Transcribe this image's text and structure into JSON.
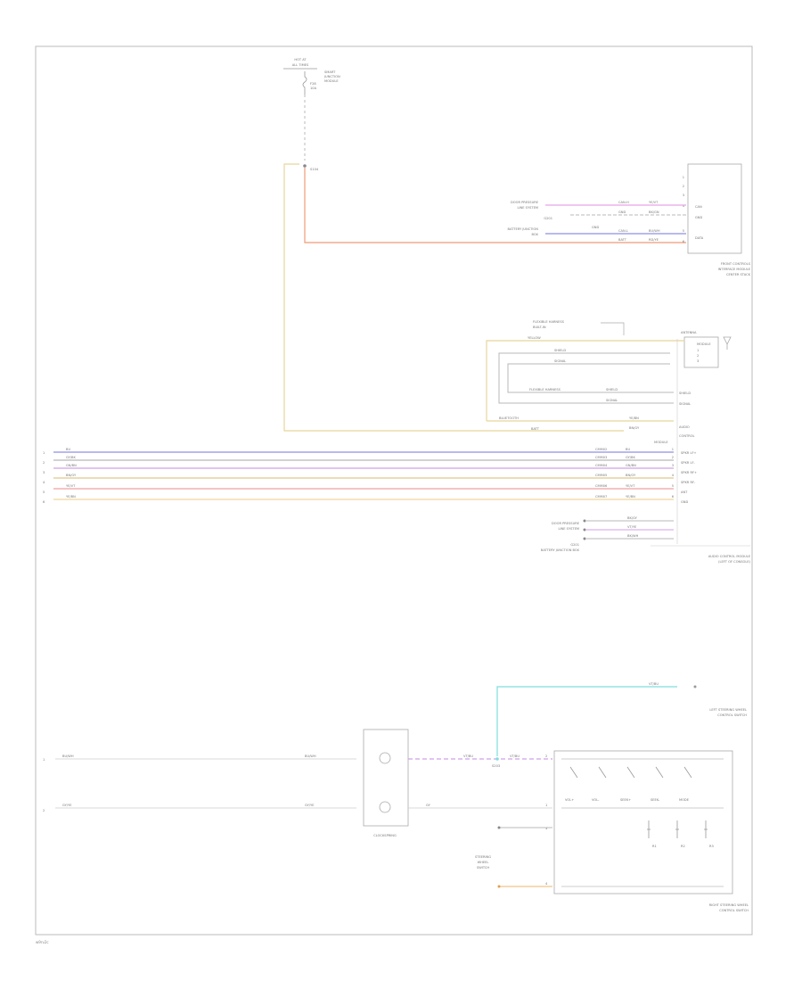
{
  "diagram": {
    "footer_code": "w9rv2c",
    "wire_colors": {
      "pink": "#e7a4e6",
      "blue": "#8f8fe6",
      "orange": "#ef9977",
      "yellow": "#e7d59b",
      "violet": "#cfa0e8",
      "tan": "#e2c88b",
      "red": "#f0a0a0",
      "gold": "#f2d59a",
      "cyan": "#7fdede",
      "gray": "#b8b8b8"
    },
    "top_fuse": {
      "label_1": "HOT AT",
      "label_2": "ALL TIMES",
      "side_1": "SMART",
      "side_2": "JUNCTION",
      "side_3": "MODULE",
      "fuse": "F28",
      "amp": "10A"
    },
    "splice_top": "S104",
    "rear_module": {
      "pins": [
        "1",
        "2",
        "3",
        "4",
        "5",
        "6"
      ],
      "inner_1": "CAN",
      "inner_2": "GND",
      "inner_3": "DATA",
      "lines": [
        "FRONT CONTROLS",
        "INTERFACE MODULE",
        "CENTER STACK"
      ],
      "wire_1": "CAN-H",
      "wire_2": "GND",
      "wire_3": "CAN-L",
      "wire_4": "BATT",
      "color_1": "YE/VT",
      "color_2": "BK/GN",
      "color_3": "BU/WH",
      "color_4": "RD/YE",
      "src_1": "DOOR PRESSURE",
      "src_2": "LINE SYSTEM",
      "src_3": "G201",
      "src_4": "BATTERY JUNCTION",
      "src_5": "BOX",
      "ground": "GND"
    },
    "antenna": {
      "label_1": "ANTENNA",
      "label_2": "MODULE",
      "note_1": "FLEXIBLE HARNESS",
      "note_2": "BUILT-IN",
      "color_1": "YELLOW",
      "wire_1": "SHIELD",
      "wire_2": "SIGNAL",
      "pin_1": "1",
      "pin_2": "2",
      "pin_3": "3",
      "pin_4": "4"
    },
    "radio": {
      "title_1": "AUDIO",
      "title_2": "CONTROL",
      "title_3": "MODULE",
      "pin_labels": [
        "SPKR LF+",
        "SPKR LF-",
        "SPKR RF+",
        "SPKR RF-",
        "ANT",
        "GND"
      ],
      "left_colors": [
        "BU",
        "GY/BK",
        "GN/BN",
        "BN/GY",
        "YE/VT",
        "YE/BN"
      ],
      "right_colors": [
        "BU",
        "GY/BK",
        "GN/BN",
        "BN/GY",
        "YE/VT",
        "YE/BN"
      ],
      "circuits": [
        "CMM02",
        "CMM03",
        "CMM04",
        "CMM05",
        "CMM06",
        "CMM07"
      ],
      "row_nums": [
        "1",
        "2",
        "3",
        "4",
        "5",
        "6"
      ],
      "pins": [
        "1",
        "2",
        "3",
        "4",
        "5",
        "6"
      ],
      "upper_1": "SHIELD",
      "upper_2": "SIGNAL",
      "power_1": "BLUETOOTH",
      "power_2": "BATT",
      "power_c1": "YE/BN",
      "power_c2": "BN/GY",
      "bottom_1": "DOOR PRESSURE",
      "bottom_2": "LINE SYSTEM",
      "bottom_3": "G201",
      "bottom_4": "BATTERY JUNCTION BOX",
      "bottom_c1": "BK/GY",
      "bottom_c2": "VT/YE",
      "bottom_c3": "BK/WH",
      "name_1": "AUDIO CONTROL MODULE",
      "name_2": "(LEFT OF CONSOLE)"
    },
    "lower": {
      "row_a_num": "1",
      "row_a_color": "BU/WH",
      "row_b_num": "2",
      "row_b_color": "GY/YE",
      "clockspring": "CLOCKSPRING",
      "c_out_1": "VT/BU",
      "c_out_2": "GY",
      "splice": "S203",
      "left_sw_1": "LEFT STEERING WHEEL",
      "left_sw_2": "CONTROL SWITCH",
      "cyan_color": "VT/BU",
      "right_sw_1": "RIGHT STEERING WHEEL",
      "right_sw_2": "CONTROL SWITCH",
      "ground_1": "STEERING",
      "ground_2": "WHEEL",
      "ground_3": "SWITCH",
      "sw_btns": [
        "VOL+",
        "VOL-",
        "SEEK+",
        "SEEK-",
        "MODE"
      ],
      "res_1": "R1",
      "res_2": "R2",
      "res_3": "R3",
      "pin_a": "2",
      "pin_b": "1",
      "pin_c": "3",
      "pin_d": "4"
    }
  }
}
